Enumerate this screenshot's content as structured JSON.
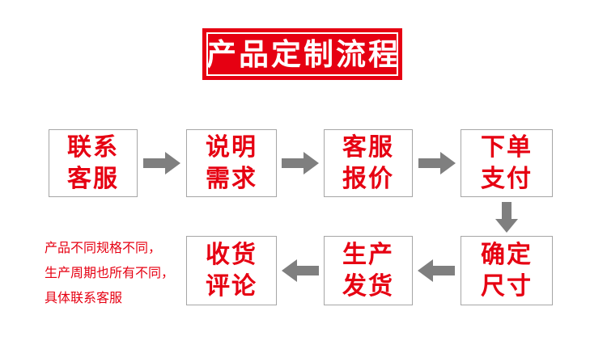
{
  "theme": {
    "red": "#e60012",
    "arrow-gray": "#7f7f7f",
    "border-gray": "#a6a6a6",
    "banner-text": "#ffffff",
    "background": "#ffffff"
  },
  "banner": {
    "title": "产品定制流程"
  },
  "flow": {
    "steps": [
      {
        "label": "联系\n客服"
      },
      {
        "label": "说明\n需求"
      },
      {
        "label": "客服\n报价"
      },
      {
        "label": "下单\n支付"
      },
      {
        "label": "确定\n尺寸"
      },
      {
        "label": "生产\n发货"
      },
      {
        "label": "收货\n评论"
      }
    ],
    "arrows": [
      {
        "name": "arrow-right-1",
        "direction": "right"
      },
      {
        "name": "arrow-right-2",
        "direction": "right"
      },
      {
        "name": "arrow-right-3",
        "direction": "right"
      },
      {
        "name": "arrow-down-1",
        "direction": "down"
      },
      {
        "name": "arrow-left-1",
        "direction": "left"
      },
      {
        "name": "arrow-left-2",
        "direction": "left"
      }
    ]
  },
  "note": {
    "line1": "产品不同规格不同，",
    "line2": "生产周期也所有不同，",
    "line3": "具体联系客服"
  }
}
